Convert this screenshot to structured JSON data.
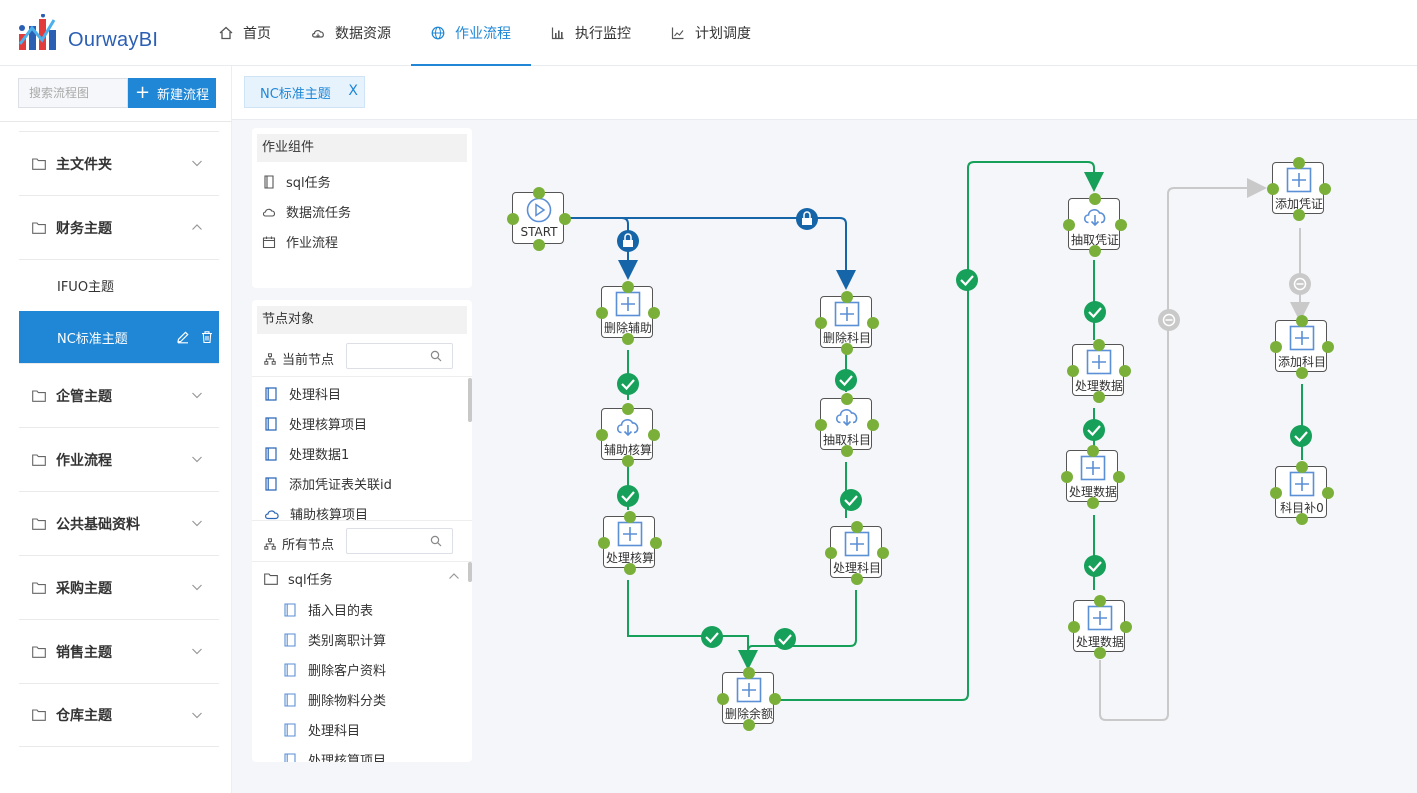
{
  "app": {
    "brand": "OurwayBI"
  },
  "nav": [
    {
      "label": "首页",
      "icon": "home-icon"
    },
    {
      "label": "数据资源",
      "icon": "cloud-icon"
    },
    {
      "label": "作业流程",
      "icon": "globe-icon",
      "active": true
    },
    {
      "label": "执行监控",
      "icon": "bar-chart-icon"
    },
    {
      "label": "计划调度",
      "icon": "line-chart-icon"
    }
  ],
  "sidebar": {
    "search_placeholder": "搜索流程图",
    "new_label": "新建流程",
    "folders": [
      {
        "label": "主文件夹",
        "expanded": false
      },
      {
        "label": "财务主题",
        "expanded": true,
        "children": [
          {
            "label": "IFUO主题",
            "active": false
          },
          {
            "label": "NC标准主题",
            "active": true
          }
        ]
      },
      {
        "label": "企管主题",
        "expanded": false
      },
      {
        "label": "作业流程",
        "expanded": false
      },
      {
        "label": "公共基础资料",
        "expanded": false
      },
      {
        "label": "采购主题",
        "expanded": false
      },
      {
        "label": "销售主题",
        "expanded": false
      },
      {
        "label": "仓库主题",
        "expanded": false
      }
    ]
  },
  "tabs": [
    {
      "label": "NC标准主题",
      "close": "X"
    }
  ],
  "components": {
    "title": "作业组件",
    "items": [
      {
        "label": "sql任务",
        "icon": "file-icon"
      },
      {
        "label": "数据流任务",
        "icon": "cloud-icon"
      },
      {
        "label": "作业流程",
        "icon": "calendar-icon"
      }
    ]
  },
  "node_objects": {
    "title": "节点对象",
    "current_label": "当前节点",
    "current_items": [
      {
        "label": "处理科目",
        "icon": "file-icon"
      },
      {
        "label": "处理核算项目",
        "icon": "file-icon"
      },
      {
        "label": "处理数据1",
        "icon": "file-icon"
      },
      {
        "label": "添加凭证表关联id",
        "icon": "file-icon"
      },
      {
        "label": "辅助核算项目",
        "icon": "cloud-icon"
      }
    ],
    "all_label": "所有节点",
    "all_group": "sql任务",
    "all_items": [
      {
        "label": "插入目的表"
      },
      {
        "label": "类别离职计算"
      },
      {
        "label": "删除客户资料"
      },
      {
        "label": "删除物料分类"
      },
      {
        "label": "处理科目"
      },
      {
        "label": "处理核算项目"
      }
    ]
  },
  "flow": {
    "nodes": [
      {
        "id": "start",
        "label": "START",
        "kind": "start"
      },
      {
        "id": "n1",
        "label": "删除辅助",
        "kind": "sql"
      },
      {
        "id": "n2",
        "label": "辅助核算",
        "kind": "cloud"
      },
      {
        "id": "n3",
        "label": "处理核算",
        "kind": "sql"
      },
      {
        "id": "n4",
        "label": "删除科目",
        "kind": "sql"
      },
      {
        "id": "n5",
        "label": "抽取科目",
        "kind": "cloud"
      },
      {
        "id": "n6",
        "label": "处理科目",
        "kind": "sql"
      },
      {
        "id": "n7",
        "label": "删除余额",
        "kind": "sql"
      },
      {
        "id": "n8",
        "label": "抽取凭证",
        "kind": "cloud"
      },
      {
        "id": "n9",
        "label": "处理数据",
        "kind": "sql"
      },
      {
        "id": "n10",
        "label": "处理数据",
        "kind": "sql"
      },
      {
        "id": "n11",
        "label": "处理数据",
        "kind": "sql"
      },
      {
        "id": "n12",
        "label": "添加凭证",
        "kind": "sql"
      },
      {
        "id": "n13",
        "label": "添加科目",
        "kind": "sql"
      },
      {
        "id": "n14",
        "label": "科目补0",
        "kind": "sql"
      }
    ],
    "colors": {
      "success": "#16a05a",
      "lock": "#1565a8",
      "disabled": "#c9c9c9",
      "port": "#7ab03a",
      "icon": "#5b8fd6"
    }
  }
}
